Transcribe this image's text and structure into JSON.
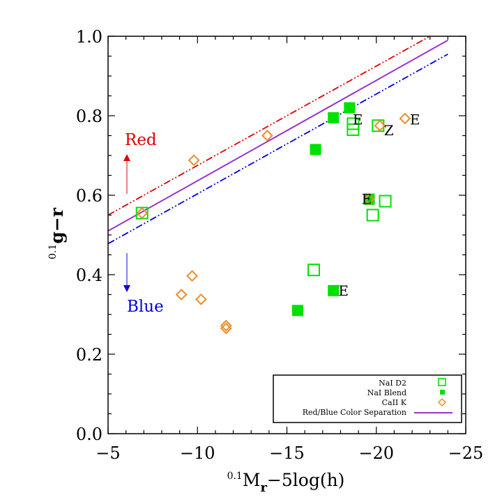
{
  "chart_data": {
    "type": "scatter",
    "xlabel": {
      "sup": "0.1",
      "main": "M",
      "sub": "r",
      "rest": "−5log(h)"
    },
    "ylabel": {
      "sup": "0.1",
      "main": "g−r"
    },
    "xlim": [
      -5,
      -25
    ],
    "ylim": [
      0.0,
      1.0
    ],
    "x_ticks": [
      -5,
      -10,
      -15,
      -20,
      -25
    ],
    "x_tick_labels": [
      "−5",
      "−10",
      "−15",
      "−20",
      "−25"
    ],
    "y_ticks": [
      0.0,
      0.2,
      0.4,
      0.6,
      0.8,
      1.0
    ],
    "y_tick_labels": [
      "0.0",
      "0.2",
      "0.4",
      "0.6",
      "0.8",
      "1.0"
    ],
    "grid": false,
    "legend_placement": "bottom-right",
    "series": [
      {
        "name": "NaI D2",
        "marker": "open-square",
        "color": "#00e000",
        "points": [
          {
            "x": -6.9,
            "y": 0.555
          },
          {
            "x": -16.5,
            "y": 0.412
          },
          {
            "x": -18.7,
            "y": 0.78
          },
          {
            "x": -18.7,
            "y": 0.765
          },
          {
            "x": -20.1,
            "y": 0.775
          },
          {
            "x": -20.5,
            "y": 0.585
          },
          {
            "x": -19.8,
            "y": 0.55
          }
        ]
      },
      {
        "name": "NaI Blend",
        "marker": "filled-square",
        "color": "#00e000",
        "points": [
          {
            "x": -15.6,
            "y": 0.31
          },
          {
            "x": -16.6,
            "y": 0.715
          },
          {
            "x": -17.6,
            "y": 0.795
          },
          {
            "x": -18.5,
            "y": 0.82
          },
          {
            "x": -17.6,
            "y": 0.36
          },
          {
            "x": -19.6,
            "y": 0.59
          }
        ]
      },
      {
        "name": "CaII K",
        "marker": "open-diamond",
        "color": "#f08c28",
        "points": [
          {
            "x": -6.9,
            "y": 0.555
          },
          {
            "x": -9.8,
            "y": 0.688
          },
          {
            "x": -9.7,
            "y": 0.397
          },
          {
            "x": -9.1,
            "y": 0.35
          },
          {
            "x": -10.2,
            "y": 0.338
          },
          {
            "x": -11.6,
            "y": 0.272
          },
          {
            "x": -11.6,
            "y": 0.265
          },
          {
            "x": -13.9,
            "y": 0.75
          },
          {
            "x": -19.6,
            "y": 0.59
          },
          {
            "x": -20.2,
            "y": 0.775
          },
          {
            "x": -21.6,
            "y": 0.793
          }
        ]
      }
    ],
    "lines": [
      {
        "name": "Red/Blue Color Separation",
        "style": "solid",
        "color": "#9933cc",
        "x": [
          -5,
          -24
        ],
        "y": [
          0.51,
          0.99
        ]
      },
      {
        "style": "dash-dot-dot",
        "color": "#e00000",
        "x": [
          -5,
          -23
        ],
        "y": [
          0.55,
          1.0
        ]
      },
      {
        "style": "dash-dot-dot",
        "color": "#0000dd",
        "x": [
          -5,
          -24
        ],
        "y": [
          0.478,
          0.955
        ]
      }
    ],
    "annotations": [
      {
        "text": "E",
        "x": -18.6,
        "y": 0.79
      },
      {
        "text": "Z",
        "x": -20.35,
        "y": 0.763
      },
      {
        "text": "E",
        "x": -21.8,
        "y": 0.79
      },
      {
        "text": "E",
        "x": -19.1,
        "y": 0.59
      },
      {
        "text": "E",
        "x": -17.8,
        "y": 0.36
      }
    ],
    "region_labels": [
      {
        "text": "Red",
        "color": "#e00000"
      },
      {
        "text": "Blue",
        "color": "#0000dd"
      }
    ]
  }
}
